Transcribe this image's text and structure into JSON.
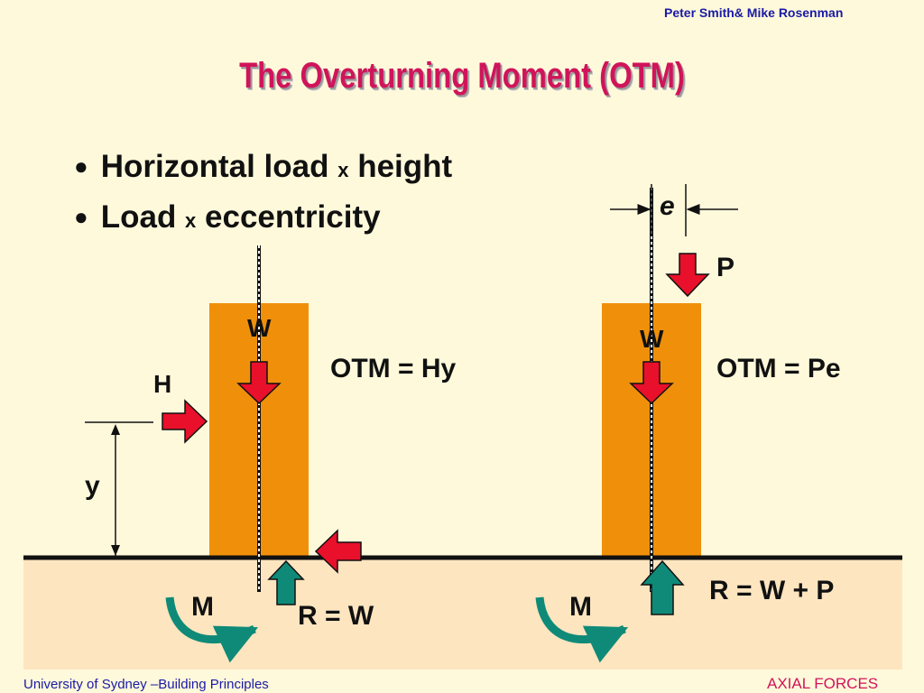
{
  "header": {
    "author": "Peter Smith& Mike Rosenman",
    "title": "The Overturning Moment (OTM)"
  },
  "bullets": [
    {
      "pre": "Horizontal load ",
      "x": "x",
      "post": " height"
    },
    {
      "pre": "Load ",
      "x": "x",
      "post": " eccentricity"
    }
  ],
  "left_diagram": {
    "weight_label": "W",
    "horizontal_label": "H",
    "height_label": "y",
    "moment_label": "M",
    "reaction_label": "R = W",
    "equation": "OTM = Hy"
  },
  "right_diagram": {
    "eccentricity_label": "e",
    "load_label": "P",
    "weight_label": "W",
    "moment_label": "M",
    "reaction_label": "R = W + P",
    "equation": "OTM = Pe"
  },
  "footer": {
    "left": "University of Sydney –Building Principles",
    "right": "AXIAL FORCES"
  },
  "colors": {
    "background": "#fff9db",
    "ground": "#fde5c0",
    "column": "#f0900a",
    "arrow_red": "#e8102a",
    "arrow_teal": "#0f8a78",
    "title": "#d0145a",
    "text_blue": "#1a1aa6"
  }
}
